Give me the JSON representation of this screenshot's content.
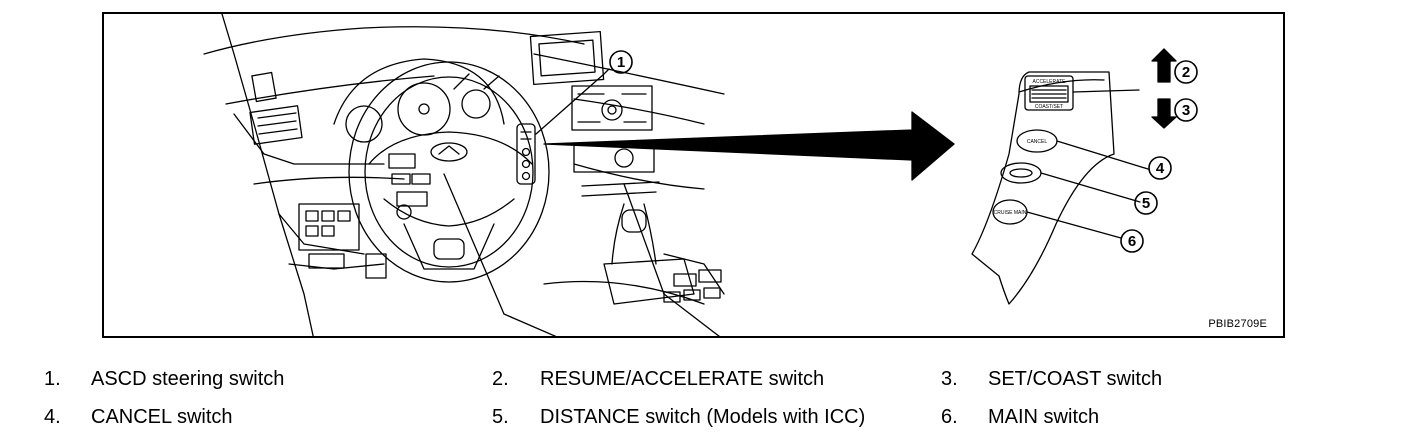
{
  "figure": {
    "code": "PBIB2709E",
    "callouts": [
      "1",
      "2",
      "3",
      "4",
      "5",
      "6"
    ],
    "switch_labels": {
      "accelerate": "ACCELERATE",
      "coast": "COAST/SET",
      "cancel": "CANCEL",
      "main": "CRUISE MAIN"
    }
  },
  "legend": [
    {
      "num": "1.",
      "label": "ASCD steering switch"
    },
    {
      "num": "2.",
      "label": "RESUME/ACCELERATE switch"
    },
    {
      "num": "3.",
      "label": "SET/COAST switch"
    },
    {
      "num": "4.",
      "label": "CANCEL switch"
    },
    {
      "num": "5.",
      "label": "DISTANCE switch (Models with ICC)"
    },
    {
      "num": "6.",
      "label": "MAIN switch"
    }
  ]
}
